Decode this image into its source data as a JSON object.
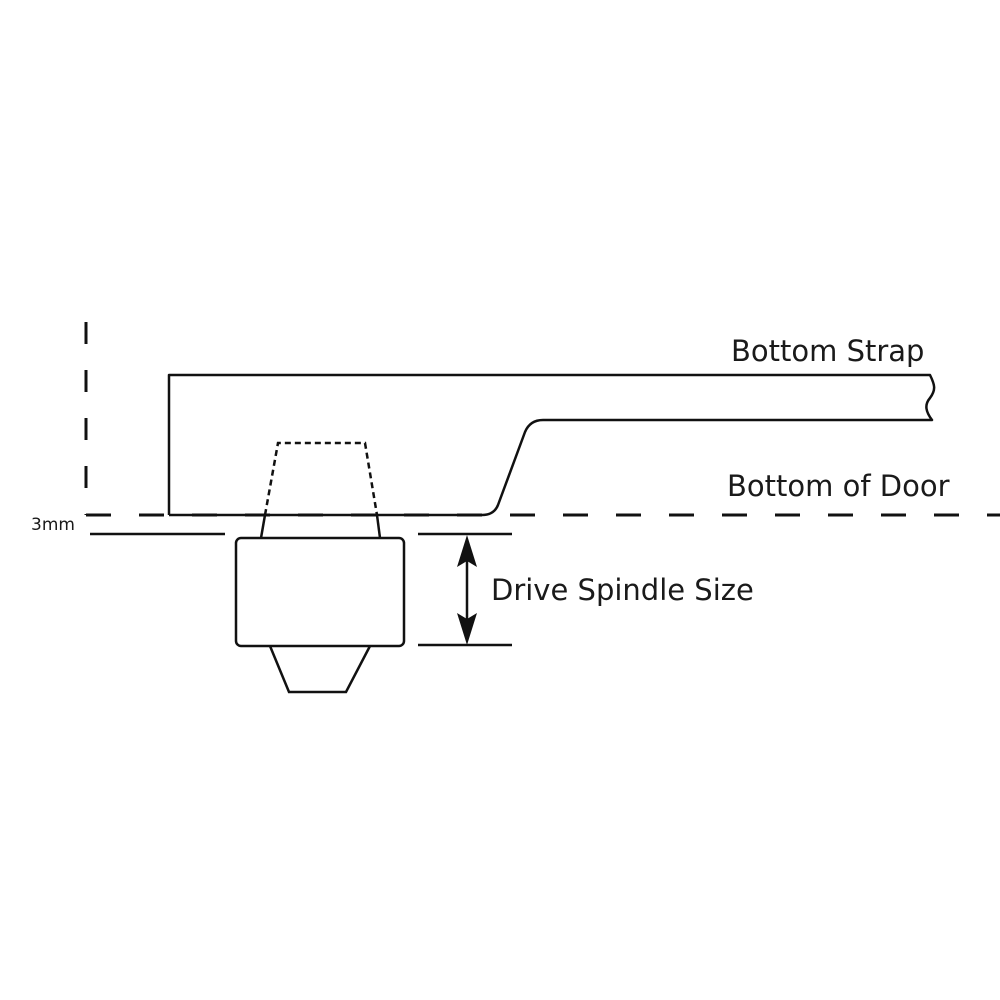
{
  "diagram": {
    "labels": {
      "bottom_strap": "Bottom Strap",
      "bottom_of_door": "Bottom of Door",
      "drive_spindle_size": "Drive Spindle Size",
      "gap": "3mm"
    },
    "colors": {
      "stroke": "#111111",
      "background": "#ffffff"
    }
  }
}
